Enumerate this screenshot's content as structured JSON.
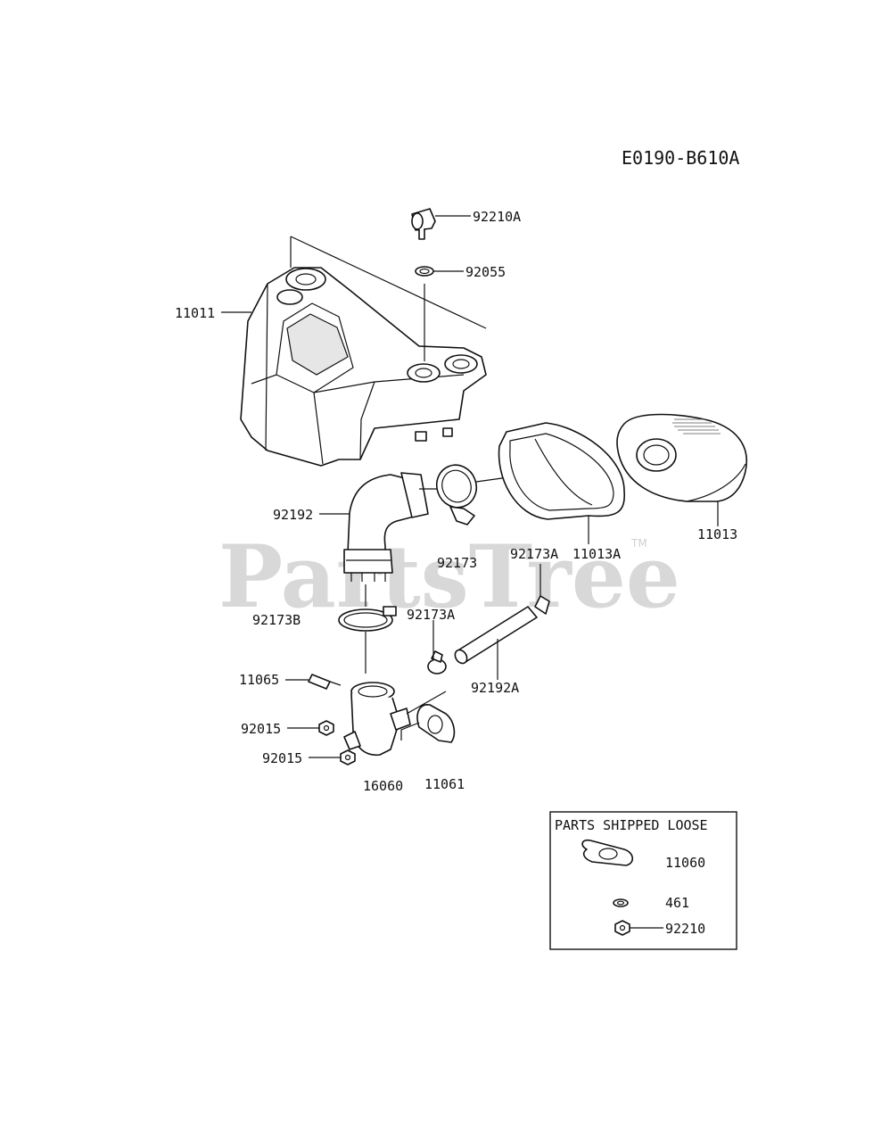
{
  "diagram_code": "E0190-B610A",
  "watermark": {
    "text": "PartsTree",
    "tm": "TM"
  },
  "parts": {
    "p11011": "11011",
    "p92210A": "92210A",
    "p92055": "92055",
    "p92192": "92192",
    "p92173": "92173",
    "p92173A_top": "92173A",
    "p11013A": "11013A",
    "p11013": "11013",
    "p92173B": "92173B",
    "p92173A_mid": "92173A",
    "p92192A": "92192A",
    "p11065": "11065",
    "p92015_a": "92015",
    "p92015_b": "92015",
    "p16060": "16060",
    "p11061": "11061"
  },
  "loose_box": {
    "title": "PARTS SHIPPED LOOSE",
    "items": [
      {
        "part": "11060"
      },
      {
        "part": "461"
      },
      {
        "part": "92210"
      }
    ]
  }
}
